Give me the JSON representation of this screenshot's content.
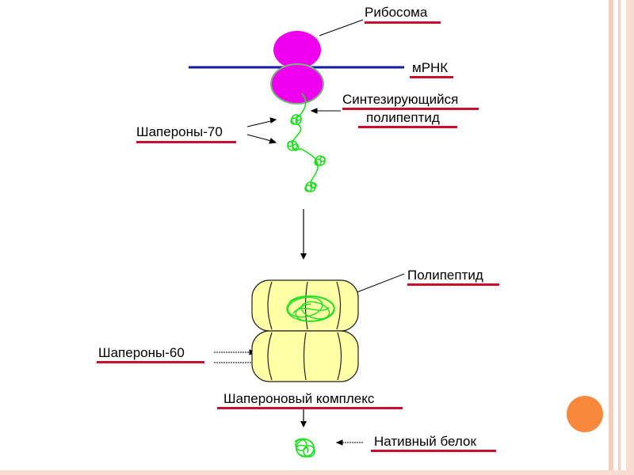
{
  "labels": {
    "ribosome": "Рибосома",
    "mrna": "мРНК",
    "synth_line1": "Синтезирующийся",
    "synth_line2": "полипептид",
    "chaperones70": "Шапероны-70",
    "polypeptide": "Полипептид",
    "chaperones60": "Шапероны-60",
    "complex": "Шапероновый комплекс",
    "native": "Нативный белок"
  },
  "colors": {
    "border": "#f2c6b4",
    "underline": "#c8102e",
    "mrna_line": "#1a1aa8",
    "ribosome": "#ee00ee",
    "polypeptide": "#22dd22",
    "chaperonin": "#ffffa6",
    "decor_circle": "#f7883c"
  }
}
